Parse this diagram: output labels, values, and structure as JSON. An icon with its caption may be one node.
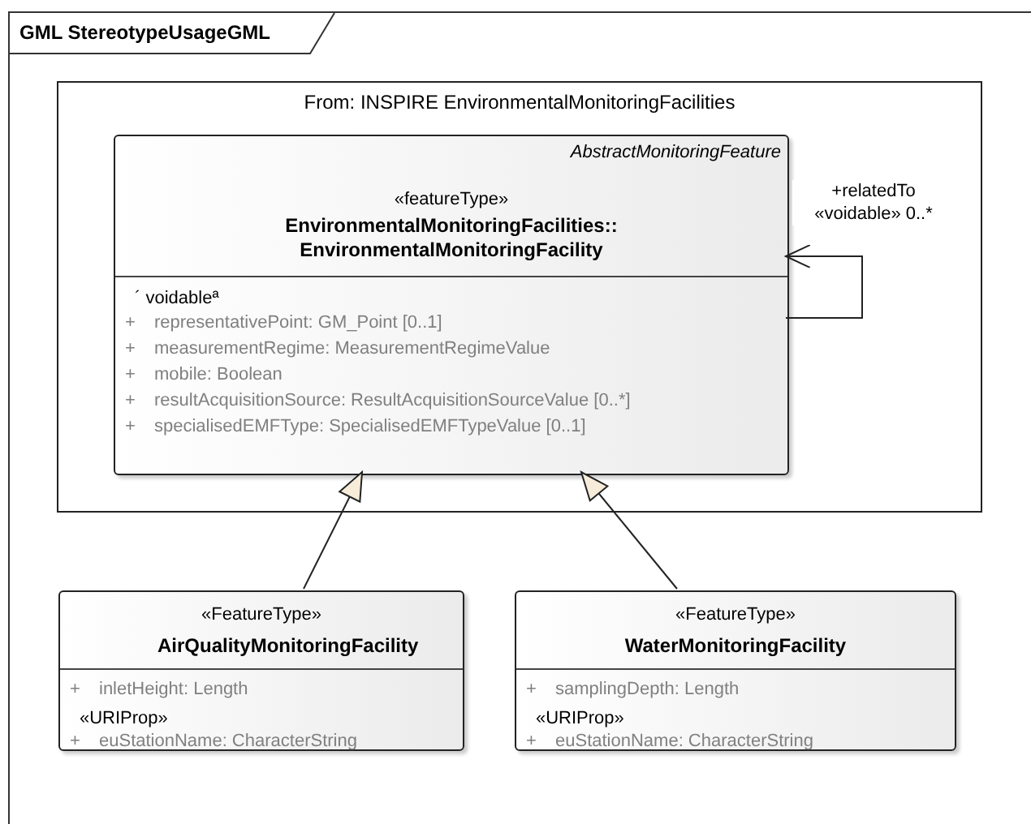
{
  "diagram": {
    "nodes": [
      {
        "text": [
          "GML StereotypeUsageGML"
        ]
      },
      {
        "text": [
          "From: INSPIRE EnvironmentalMonitoringFacilities"
        ],
        "in": 0
      },
      {
        "text": [
          "AbstractMonitoringFeature",
          "«featureType»",
          "EnvironmentalMonitoringFacilities:: EnvironmentalMonitoringFacility",
          "´ voidableª",
          "+",
          "representativePoint: GM_Point [0..1]",
          "+",
          "measurementRegime: MeasurementRegimeValue",
          "+",
          "mobile: Boolean",
          "+",
          "resultAcquisitionSource: ResultAcquisitionSourceValue [0..*]",
          "+",
          "specialisedEMFType: SpecialisedEMFTypeValue [0..1]"
        ],
        "in": 1
      },
      {
        "text": [
          "«FeatureType»",
          "AirQualityMonitoringFacility",
          "+",
          "inletHeight: Length",
          "«URIProp»",
          "+",
          "euStationName: CharacterString"
        ],
        "in": 0
      },
      {
        "text": [
          "«FeatureType»",
          "WaterMonitoringFacility",
          "+",
          "samplingDepth: Length",
          "«URIProp»",
          "+",
          "euStationName: CharacterString"
        ],
        "in": 0
      }
    ],
    "edges": [
      {
        "from": 2,
        "to": 2,
        "arrow": "to",
        "label": "+relatedTo «voidable» 0..*"
      },
      {
        "from": 3,
        "to": 2,
        "arrow": "to"
      },
      {
        "from": 4,
        "to": 2,
        "arrow": "to"
      }
    ]
  }
}
